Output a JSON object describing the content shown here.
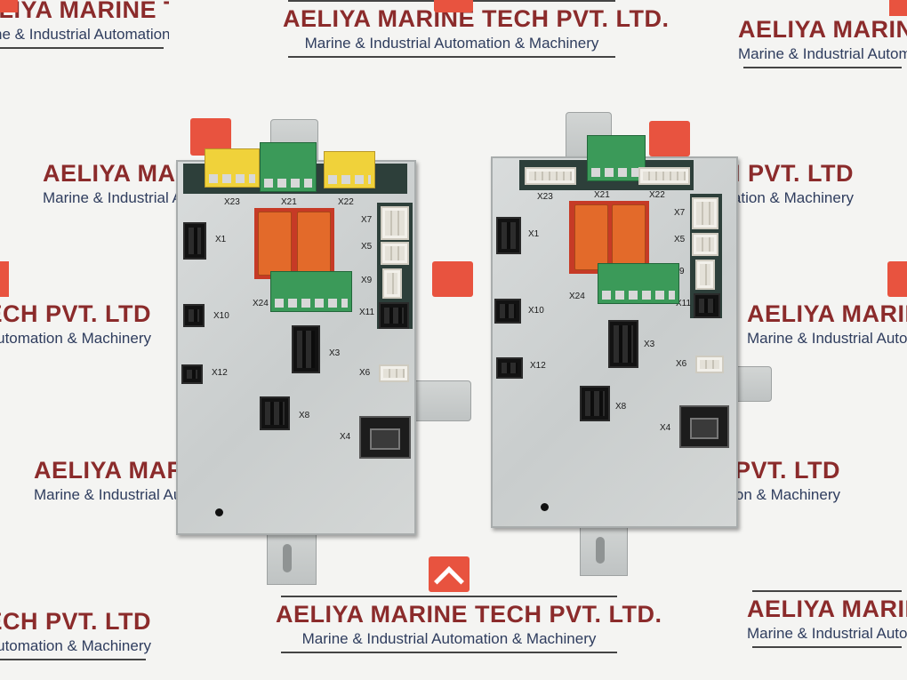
{
  "watermark": {
    "company": "AELIYA MARINE TECH PVT. LTD.",
    "tagline": "Marine & Industrial Automation & Machinery",
    "logo_color": "#e8533f",
    "text_color": "#8b2b2b"
  },
  "boards": [
    {
      "labels": {
        "x23": "X23",
        "x21": "X21",
        "x22": "X22",
        "x7": "X7",
        "x1": "X1",
        "x5": "X5",
        "x9": "X9",
        "x24": "X24",
        "x11": "X11",
        "x10": "X10",
        "x3": "X3",
        "x12": "X12",
        "x6": "X6",
        "x8": "X8",
        "x4": "X4"
      }
    },
    {
      "labels": {
        "x23": "X23",
        "x21": "X21",
        "x22": "X22",
        "x7": "X7",
        "x1": "X1",
        "x5": "X5",
        "x9": "9",
        "x24": "X24",
        "x11": "X11",
        "x10": "X10",
        "x3": "X3",
        "x12": "X12",
        "x6": "X6",
        "x8": "X8",
        "x4": "X4"
      }
    }
  ]
}
